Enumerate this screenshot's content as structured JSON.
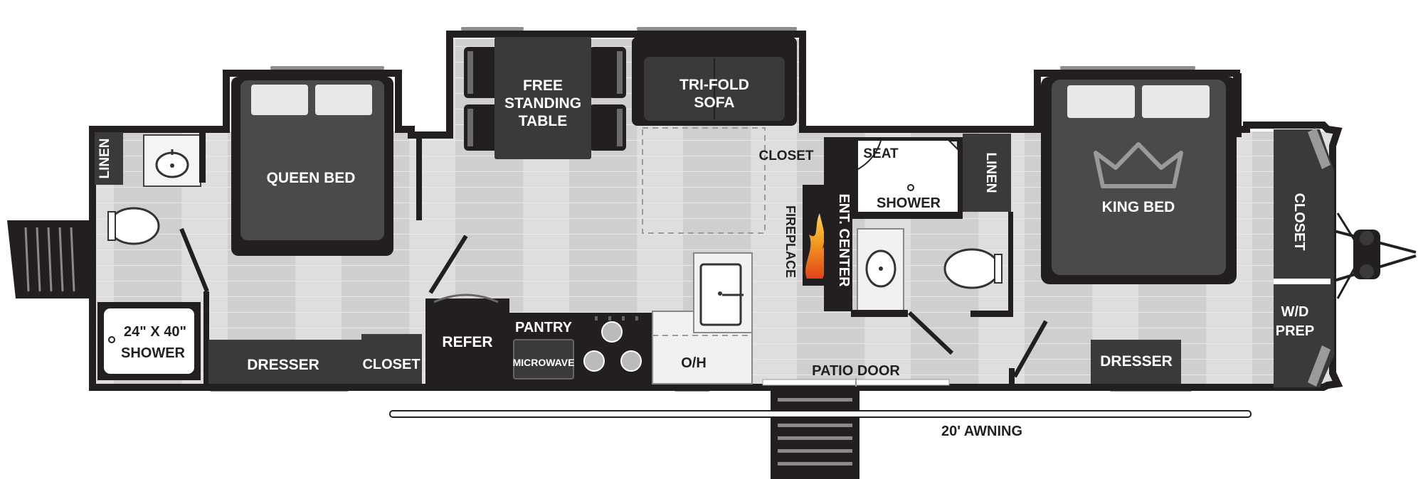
{
  "labels": {
    "linen_rear": "LINEN",
    "shower_rear_size": "24\" X 40\"",
    "shower_rear": "SHOWER",
    "queen_bed": "QUEEN BED",
    "dresser_rear": "DRESSER",
    "closet_rear": "CLOSET",
    "table_line1": "FREE",
    "table_line2": "STANDING",
    "table_line3": "TABLE",
    "sofa_line1": "TRI-FOLD",
    "sofa_line2": "SOFA",
    "refer": "REFER",
    "pantry": "PANTRY",
    "microwave": "MICROWAVE",
    "oh": "O/H",
    "closet_mid": "CLOSET",
    "fireplace": "FIREPLACE",
    "ent_center": "ENT. CENTER",
    "seat": "SEAT",
    "shower_front": "SHOWER",
    "linen_front": "LINEN",
    "patio_door": "PATIO DOOR",
    "awning": "20' AWNING",
    "king_bed": "KING BED",
    "dresser_front": "DRESSER",
    "closet_front": "CLOSET",
    "wd_line1": "W/D",
    "wd_line2": "PREP"
  },
  "icons": [
    "crown-icon",
    "fireplace-flame-icon",
    "toilet-icon",
    "sink-icon",
    "stove-burner-icon",
    "entry-steps-icon",
    "hitch-icon"
  ],
  "colors": {
    "wall": "#231f20",
    "furniture": "#3a3a3c",
    "floor": "#d7d7d7",
    "counter": "#f1f1f1",
    "flame": "#f0a21b"
  }
}
